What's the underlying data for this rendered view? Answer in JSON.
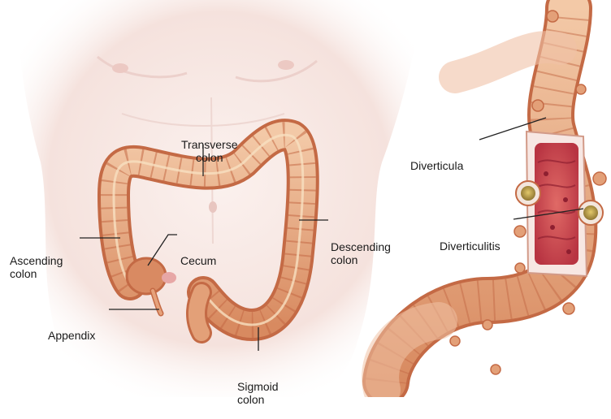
{
  "labels": {
    "transverse": [
      "Transverse",
      "colon"
    ],
    "ascending": [
      "Ascending",
      "colon"
    ],
    "cecum": [
      "Cecum"
    ],
    "descending": [
      "Descending",
      "colon"
    ],
    "appendix": [
      "Appendix"
    ],
    "sigmoid": [
      "Sigmoid",
      "colon"
    ],
    "diverticula": [
      "Diverticula"
    ],
    "diverticulitis": [
      "Diverticulitis"
    ]
  },
  "colors": {
    "skin": "#f6e6e2",
    "skin_shadow": "#eccfca",
    "colon": "#e3a078",
    "colon_dark": "#c46a45",
    "colon_light": "#f3c9a7",
    "inner": "#d24a4e",
    "inner_dark": "#a8273a",
    "pouch": "#c9a84a",
    "leader": "#222222"
  }
}
